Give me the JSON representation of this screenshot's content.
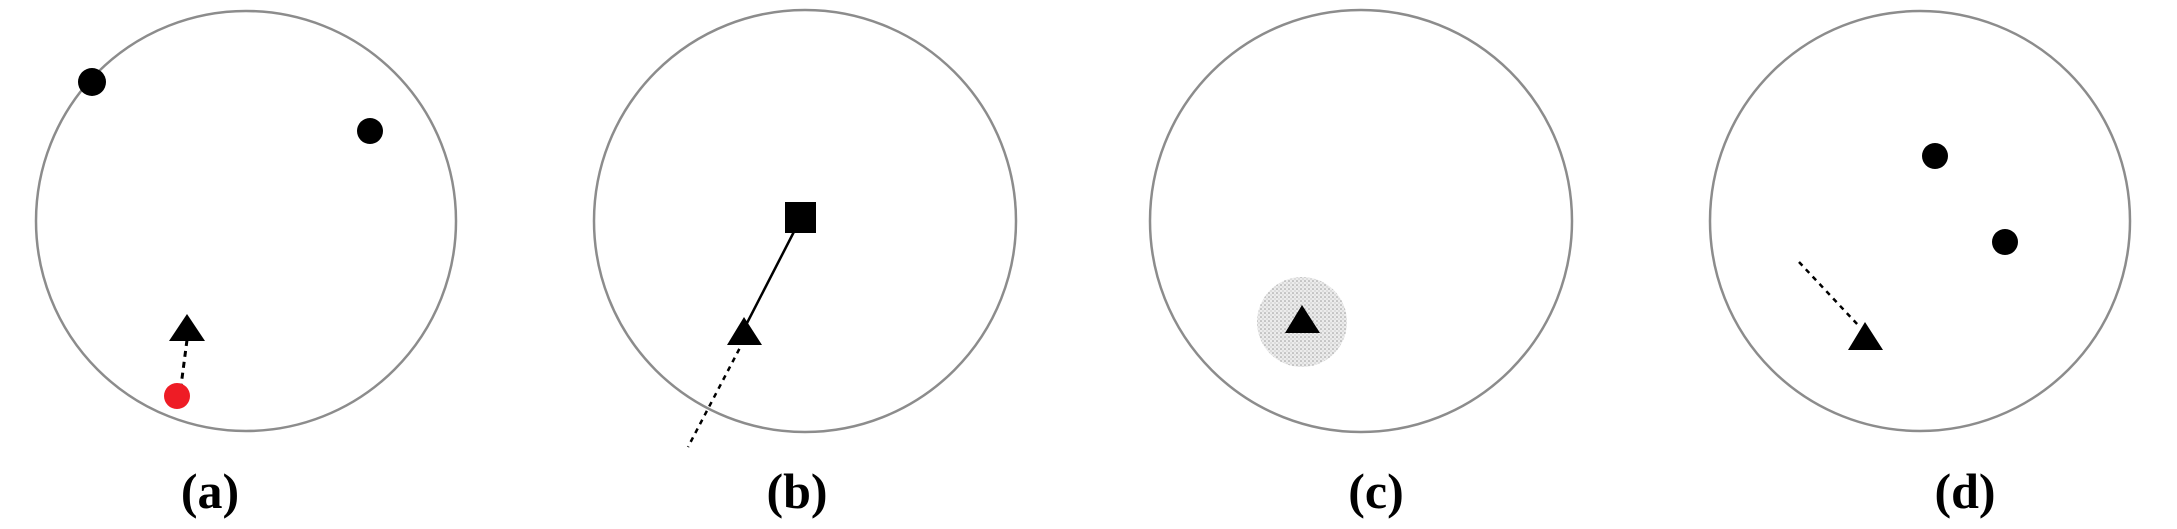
{
  "panels": [
    {
      "label": "(a)",
      "markers": [
        "black-dot",
        "black-dot",
        "black-triangle",
        "red-dot"
      ],
      "connector": "dashed"
    },
    {
      "label": "(b)",
      "markers": [
        "black-square",
        "black-triangle"
      ],
      "connector": "solid-then-dashed"
    },
    {
      "label": "(c)",
      "markers": [
        "black-triangle",
        "stippled-halo"
      ],
      "connector": "none"
    },
    {
      "label": "(d)",
      "markers": [
        "black-dot",
        "black-dot",
        "black-triangle"
      ],
      "connector": "dashed"
    }
  ],
  "colors": {
    "circle_stroke": "#8c8c8c",
    "marker": "#000000",
    "highlight": "#ee1c25",
    "halo": "#d9d9d9"
  }
}
